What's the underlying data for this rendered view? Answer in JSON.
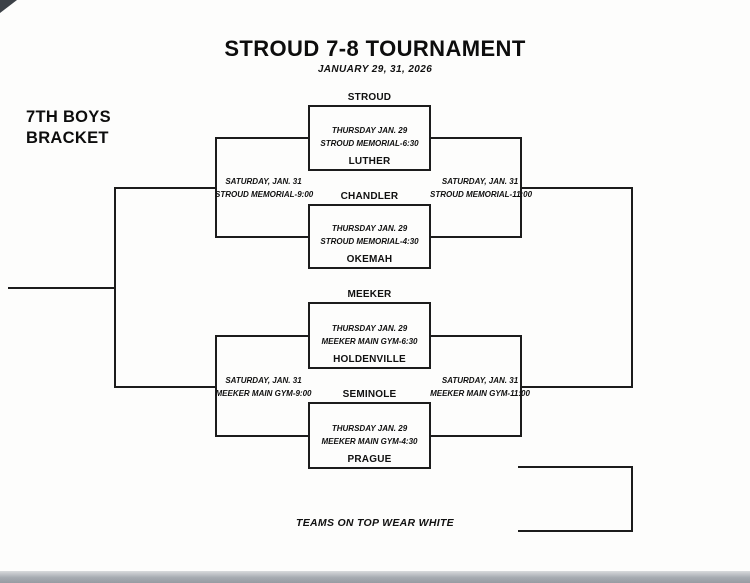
{
  "page": {
    "title": "STROUD 7-8 TOURNAMENT",
    "subtitle": "JANUARY 29, 31, 2026",
    "bracket_label_line1": "7TH BOYS",
    "bracket_label_line2": "BRACKET",
    "footer_note": "TEAMS ON TOP WEAR WHITE"
  },
  "round1_games": [
    {
      "top_team": "STROUD",
      "bottom_team": "LUTHER",
      "day": "THURSDAY JAN. 29",
      "venue_time": "STROUD MEMORIAL-6:30"
    },
    {
      "top_team": "CHANDLER",
      "bottom_team": "OKEMAH",
      "day": "THURSDAY JAN. 29",
      "venue_time": "STROUD MEMORIAL-4:30"
    },
    {
      "top_team": "MEEKER",
      "bottom_team": "HOLDENVILLE",
      "day": "THURSDAY JAN. 29",
      "venue_time": "MEEKER MAIN GYM-6:30"
    },
    {
      "top_team": "SEMINOLE",
      "bottom_team": "PRAGUE",
      "day": "THURSDAY JAN. 29",
      "venue_time": "MEEKER MAIN GYM-4:30"
    }
  ],
  "saturday_games": {
    "consolation_top": {
      "day": "SATURDAY, JAN. 31",
      "venue_time": "STROUD MEMORIAL-9:00"
    },
    "winners_top": {
      "day": "SATURDAY, JAN. 31",
      "venue_time": "STROUD MEMORIAL-11:00"
    },
    "consolation_bottom": {
      "day": "SATURDAY, JAN. 31",
      "venue_time": "MEEKER MAIN GYM-9:00"
    },
    "winners_bottom": {
      "day": "SATURDAY, JAN. 31",
      "venue_time": "MEEKER MAIN GYM-11:00"
    }
  },
  "colors": {
    "line": "#1c1c1c",
    "text": "#101010",
    "page_bg": "#fdfdfc",
    "scan_edge": "#a6abb1"
  }
}
